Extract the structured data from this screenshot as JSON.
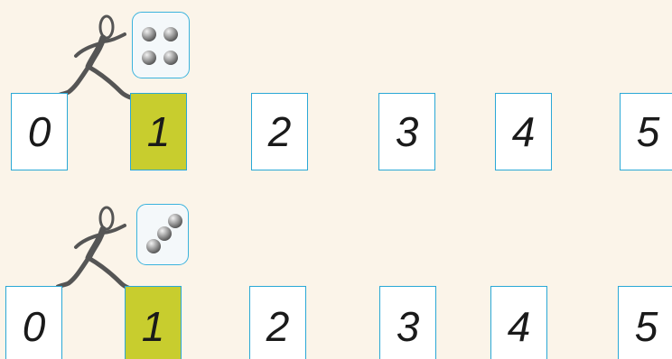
{
  "colors": {
    "background": "#fbf4e9",
    "tile_border": "#2aa8d6",
    "tile_highlight": "#c8cd2e",
    "die_border": "#3bb3dd",
    "figure": "#555555"
  },
  "rows": [
    {
      "tiles": [
        "0",
        "1",
        "2",
        "3",
        "4",
        "5"
      ],
      "highlighted_tile": "1",
      "die": {
        "face": 4
      },
      "figure": "running-stick-figure"
    },
    {
      "tiles": [
        "0",
        "1",
        "2",
        "3",
        "4",
        "5"
      ],
      "highlighted_tile": "1",
      "die": {
        "face": 3
      },
      "figure": "running-stick-figure"
    }
  ]
}
